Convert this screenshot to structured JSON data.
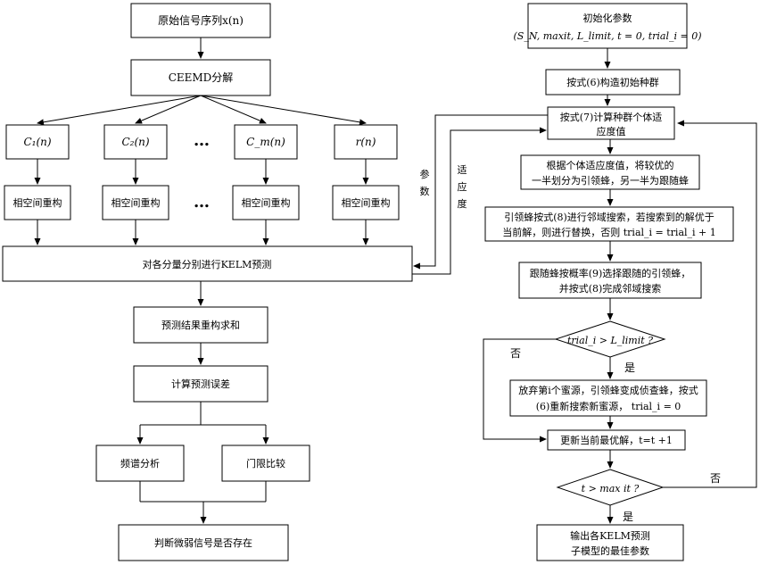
{
  "left": {
    "original": "原始信号序列x(n)",
    "ceemd": "CEEMD分解",
    "components": [
      "C₁(n)",
      "C₂(n)",
      "C_m(n)",
      "r(n)"
    ],
    "dots": "…",
    "reconstruct": "相空间重构",
    "kelm_predict": "对各分量分别进行KELM预测",
    "sum": "预测结果重构求和",
    "error": "计算预测误差",
    "spectrum": "频谱分析",
    "threshold": "门限比较",
    "judge": "判断微弱信号是否存在"
  },
  "side_labels": {
    "params": "参数",
    "fitness": "适应度"
  },
  "right": {
    "init_line1": "初始化参数",
    "init_line2": "(S_N, maxit, L_limit, t = 0, trial_i = 0)",
    "init_pop": "按式(6)构造初始种群",
    "fit_line1": "按式(7)计算种群个体适",
    "fit_line2": "应度值",
    "split_line1": "根据个体适应度值，将较优的",
    "split_line2": "一半划分为引领蜂，另一半为跟随蜂",
    "lead_line1": "引领蜂按式(8)进行邻域搜索，若搜索到的解优于",
    "lead_line2": "当前解，则进行替换，否则 trial_i = trial_i + 1",
    "follow_line1": "跟随蜂按概率(9)选择跟随的引领蜂，",
    "follow_line2": "并按式(8)完成邻域搜索",
    "cond1": "trial_i > L_limit ?",
    "scout_line1": "放弃第i个蜜源，引领蜂变成侦查蜂，按式",
    "scout_line2": "(6)重新搜索新蜜源，  trial_i = 0",
    "update": "更新当前最优解，t=t +1",
    "cond2": "t > max it ?",
    "output_line1": "输出各KELM预测",
    "output_line2": "子模型的最佳参数",
    "yes": "是",
    "no": "否"
  }
}
